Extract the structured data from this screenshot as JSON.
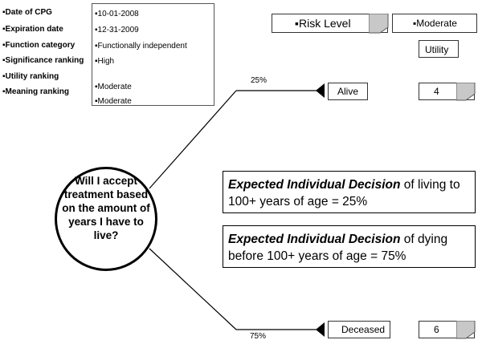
{
  "info": {
    "labels": [
      "Date of CPG",
      "Expiration date",
      "Function category",
      "Significance ranking",
      "Utility ranking",
      "Meaning ranking"
    ],
    "values": [
      "10-01-2008",
      "12-31-2009",
      "Functionally independent",
      "High",
      "Moderate",
      "Moderate"
    ]
  },
  "header": {
    "risk_level_label": "Risk Level",
    "risk_value": "Moderate",
    "utility_label": "Utility"
  },
  "question": "Will I accept treatment based on the amount of years I have to live?",
  "branches": {
    "alive": {
      "probability": "25%",
      "outcome": "Alive",
      "utility": "4"
    },
    "deceased": {
      "probability": "75%",
      "outcome": "Deceased",
      "utility": "6"
    }
  },
  "expected": [
    {
      "emphasis": "Expected Individual Decision",
      "rest": " of living to 100+ years of age = 25%"
    },
    {
      "emphasis": "Expected Individual Decision",
      "rest": " of dying before 100+ years of age = 75%"
    }
  ],
  "colors": {
    "line": "#000000",
    "tab": "#c8c8c8"
  }
}
